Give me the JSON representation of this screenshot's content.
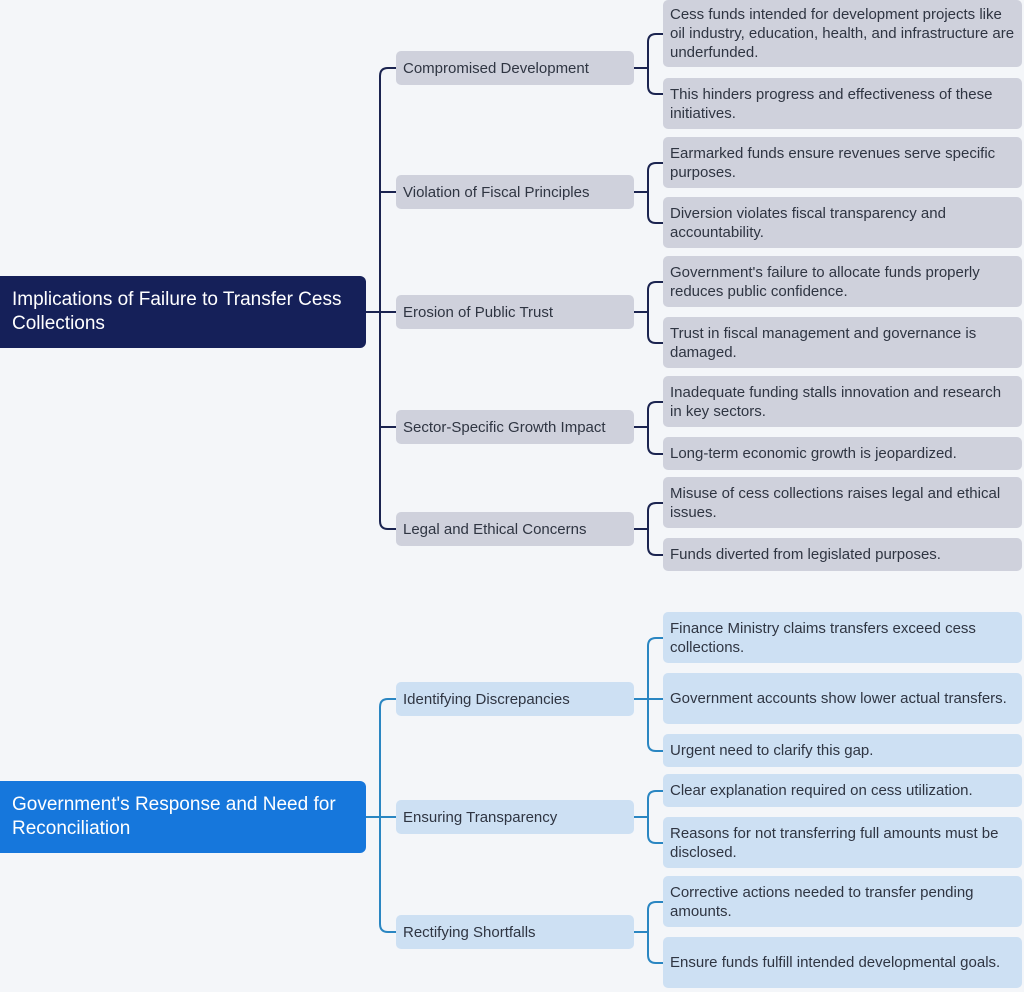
{
  "colors": {
    "root_1": "#152059",
    "root_2": "#1677dc",
    "node_1": "#cfd1dc",
    "node_2": "#cde0f3",
    "wire_1": "#1b2450",
    "wire_2": "#2a86c2",
    "background": "#f4f6f9"
  },
  "groups": [
    {
      "title": "Implications of Failure to Transfer Cess Collections",
      "branches": [
        {
          "label": "Compromised Development",
          "leaves": [
            "Cess funds intended for development projects like oil industry, education, health, and infrastructure are underfunded.",
            "This hinders progress and effectiveness of these initiatives."
          ]
        },
        {
          "label": "Violation of Fiscal Principles",
          "leaves": [
            "Earmarked funds ensure revenues serve specific purposes.",
            "Diversion violates fiscal transparency and accountability."
          ]
        },
        {
          "label": "Erosion of Public Trust",
          "leaves": [
            "Government's failure to allocate funds properly reduces public confidence.",
            "Trust in fiscal management and governance is damaged."
          ]
        },
        {
          "label": "Sector-Specific Growth Impact",
          "leaves": [
            "Inadequate funding stalls innovation and research in key sectors.",
            "Long-term economic growth is jeopardized."
          ]
        },
        {
          "label": "Legal and Ethical Concerns",
          "leaves": [
            "Misuse of cess collections raises legal and ethical issues.",
            "Funds diverted from legislated purposes."
          ]
        }
      ]
    },
    {
      "title": "Government's Response and Need for Reconciliation",
      "branches": [
        {
          "label": "Identifying Discrepancies",
          "leaves": [
            "Finance Ministry claims transfers exceed cess collections.",
            "Government accounts show lower actual transfers.",
            "Urgent need to clarify this gap."
          ]
        },
        {
          "label": "Ensuring Transparency",
          "leaves": [
            "Clear explanation required on cess utilization.",
            "Reasons for not transferring full amounts must be disclosed."
          ]
        },
        {
          "label": "Rectifying Shortfalls",
          "leaves": [
            "Corrective actions needed to transfer pending amounts.",
            "Ensure funds fulfill intended developmental goals."
          ]
        }
      ]
    }
  ]
}
